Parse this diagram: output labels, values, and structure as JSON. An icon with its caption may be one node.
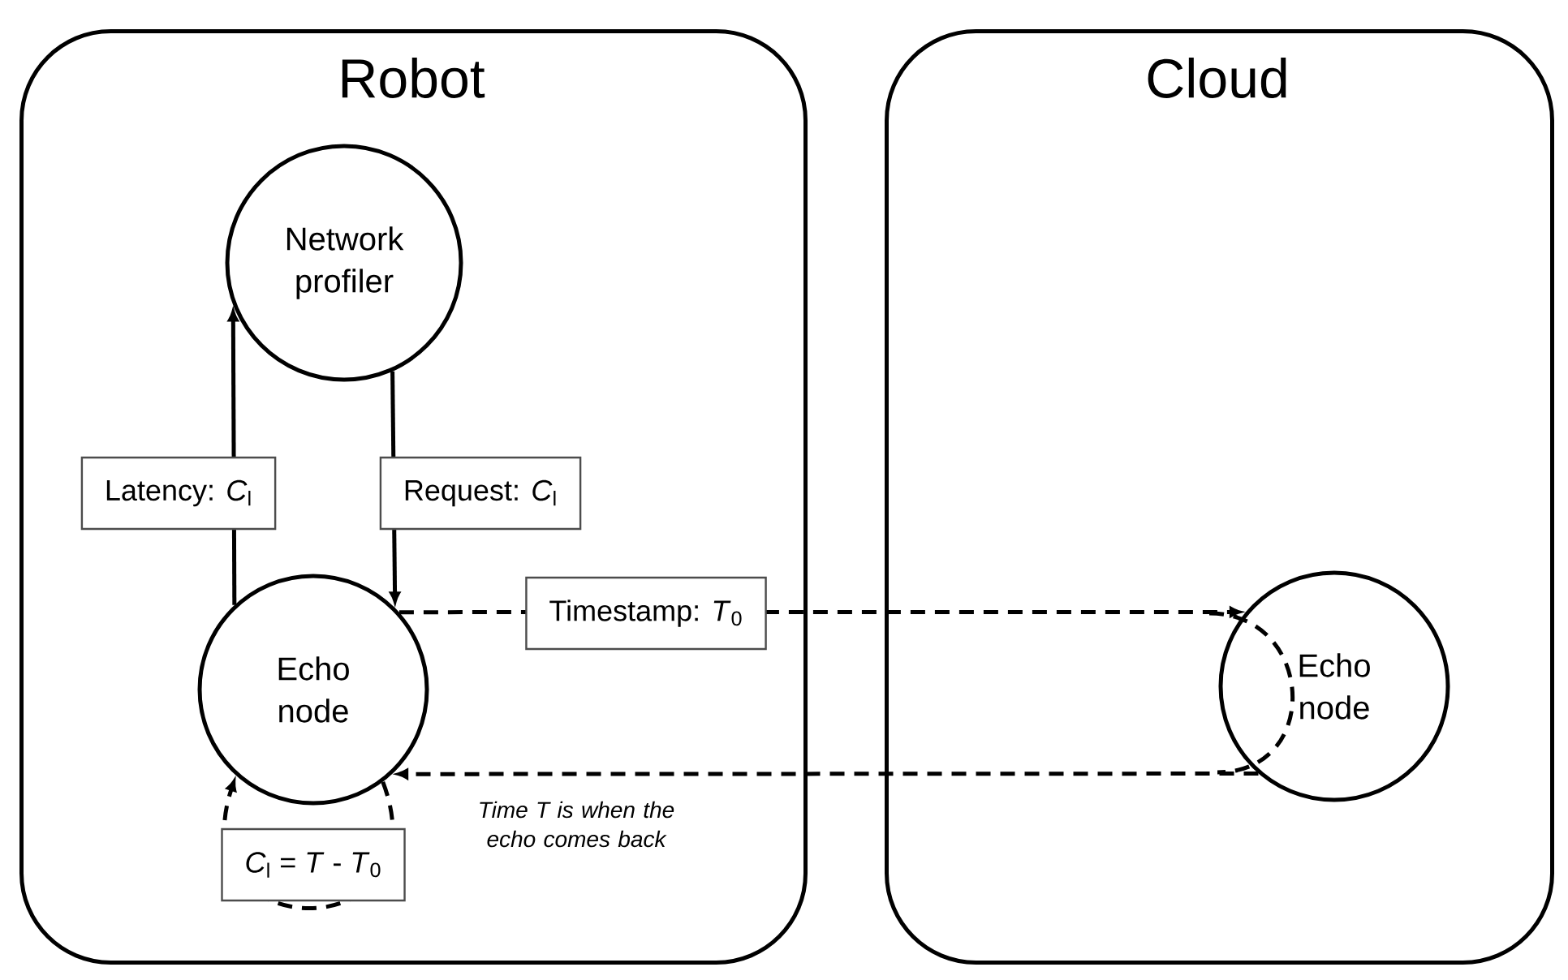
{
  "diagram": {
    "nodes": [
      {
        "text": [
          "Robot"
        ]
      },
      {
        "text": [
          "Cloud"
        ]
      },
      {
        "text": [
          "Network profiler"
        ],
        "in": 0
      },
      {
        "text": [
          "Echo node"
        ],
        "in": 0
      },
      {
        "text": [
          "Echo node"
        ],
        "in": 1
      }
    ],
    "edges": [
      {
        "from": 3,
        "to": 2,
        "arrow": "to",
        "label": "Latency: *C*$_{l}$"
      },
      {
        "from": 2,
        "to": 3,
        "arrow": "to",
        "label": "Request: *C*$_{l}$"
      },
      {
        "from": 3,
        "to": 4,
        "arrow": "to",
        "style": "dashed",
        "label": "Timestamp: *T*$_{0}$"
      },
      {
        "from": 4,
        "to": 3,
        "arrow": "to",
        "style": "dashed"
      },
      {
        "from": 3,
        "to": 3,
        "arrow": "to",
        "style": "dashed",
        "label": "*C*$_{l}$ = *T* - *T*$_{0}$"
      }
    ],
    "labels": [
      "Time *T* is when the echo comes back"
    ]
  }
}
